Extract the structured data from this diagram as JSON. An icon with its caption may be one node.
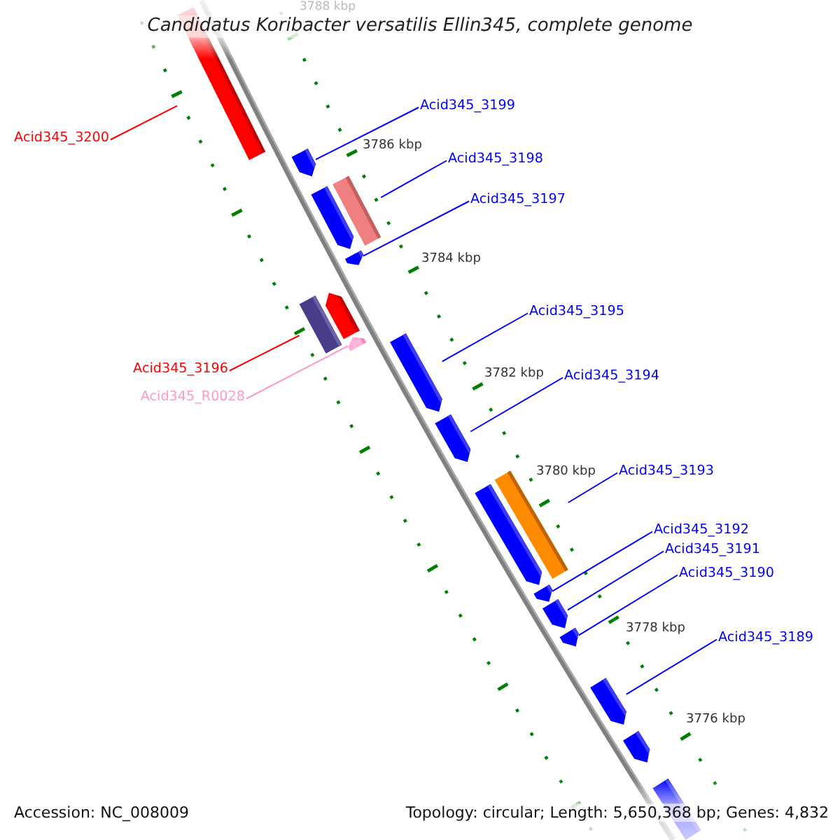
{
  "diagram": {
    "title": "Candidatus Koribacter versatilis Ellin345, complete genome",
    "nodes": [
      {
        "text": [
          "Acid345_3199"
        ]
      },
      {
        "text": [
          "Acid345_3200"
        ]
      },
      {
        "text": [
          "Acid345_3198"
        ]
      },
      {
        "text": [
          "Acid345_3197"
        ]
      },
      {
        "text": [
          "Acid345_3195"
        ]
      },
      {
        "text": [
          "Acid345_3196"
        ]
      },
      {
        "text": [
          "Acid345_3194"
        ]
      },
      {
        "text": [
          "Acid345_R0028"
        ]
      },
      {
        "text": [
          "Acid345_3193"
        ]
      },
      {
        "text": [
          "Acid345_3192"
        ]
      },
      {
        "text": [
          "Acid345_3191"
        ]
      },
      {
        "text": [
          "Acid345_3190"
        ]
      },
      {
        "text": [
          "Acid345_3189"
        ]
      },
      {
        "text": [],
        "shape": "bar"
      },
      {
        "text": [],
        "shape": "bar"
      },
      {
        "text": [],
        "shape": "bar"
      },
      {
        "text": [],
        "shape": "bar"
      },
      {
        "text": [],
        "shape": "bar"
      },
      {
        "text": [],
        "shape": "bar"
      },
      {
        "text": [],
        "shape": "bar"
      },
      {
        "text": [],
        "shape": "bar"
      },
      {
        "text": [],
        "shape": "bar"
      },
      {
        "text": [],
        "shape": "bar"
      },
      {
        "text": [],
        "shape": "bar"
      },
      {
        "text": [],
        "shape": "bar"
      },
      {
        "text": [],
        "shape": "bar"
      },
      {
        "text": [],
        "shape": "bar"
      },
      {
        "text": [],
        "shape": "bar"
      },
      {
        "text": [],
        "shape": "bar"
      },
      {
        "text": [],
        "shape": "bar"
      },
      {
        "text": [],
        "shape": "bar"
      }
    ],
    "edges": [
      {
        "from": 0,
        "to": 14,
        "arrow": "none"
      },
      {
        "from": 1,
        "to": 13,
        "arrow": "none",
        "color": "#ff0000"
      },
      {
        "from": 2,
        "to": 15,
        "arrow": "none"
      },
      {
        "from": 3,
        "to": 17,
        "arrow": "none"
      },
      {
        "from": 4,
        "to": 20,
        "arrow": "none"
      },
      {
        "from": 5,
        "to": 19,
        "arrow": "none",
        "color": "#ff0000"
      },
      {
        "from": 6,
        "to": 22,
        "arrow": "none"
      },
      {
        "from": 7,
        "to": 21,
        "arrow": "none",
        "color": "#ff99cc"
      },
      {
        "from": 8,
        "to": 23,
        "arrow": "none"
      },
      {
        "from": 9,
        "to": 25,
        "arrow": "none"
      },
      {
        "from": 10,
        "to": 26,
        "arrow": "none"
      },
      {
        "from": 11,
        "to": 27,
        "arrow": "none"
      },
      {
        "from": 12,
        "to": 28,
        "arrow": "none"
      }
    ],
    "labels": [
      "3788 kbp",
      "3786 kbp",
      "3784 kbp",
      "3782 kbp",
      "3780 kbp",
      "3778 kbp",
      "3776 kbp",
      "Accession: NC_008009",
      "Topology: circular; Length: 5,650,368 bp; Genes: 4,832"
    ]
  }
}
